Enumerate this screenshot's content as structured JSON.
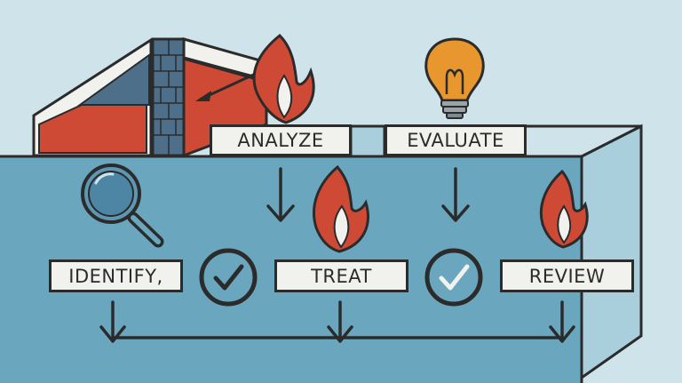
{
  "diagram": {
    "steps": {
      "analyze": "ANALYZE",
      "evaluate": "EVALUATE",
      "identify": "IDENTIFY,",
      "treat": "TREAT",
      "review": "REVIEW"
    },
    "icons": {
      "building": "building-fire-icon",
      "lightbulb": "lightbulb-icon",
      "magnifier": "magnifier-icon",
      "flame": "flame-icon",
      "check": "checkmark-circle-icon",
      "arrow": "arrow-down-icon"
    },
    "colors": {
      "background": "#cfe3ea",
      "wall_front": "#6aa7bf",
      "wall_side": "#a9cfdc",
      "fire_red": "#cf4a35",
      "brick": "#4d6f8a",
      "bulb": "#e8962e",
      "outline": "#2b2b2b",
      "label_fill": "#f1f1ee"
    }
  }
}
